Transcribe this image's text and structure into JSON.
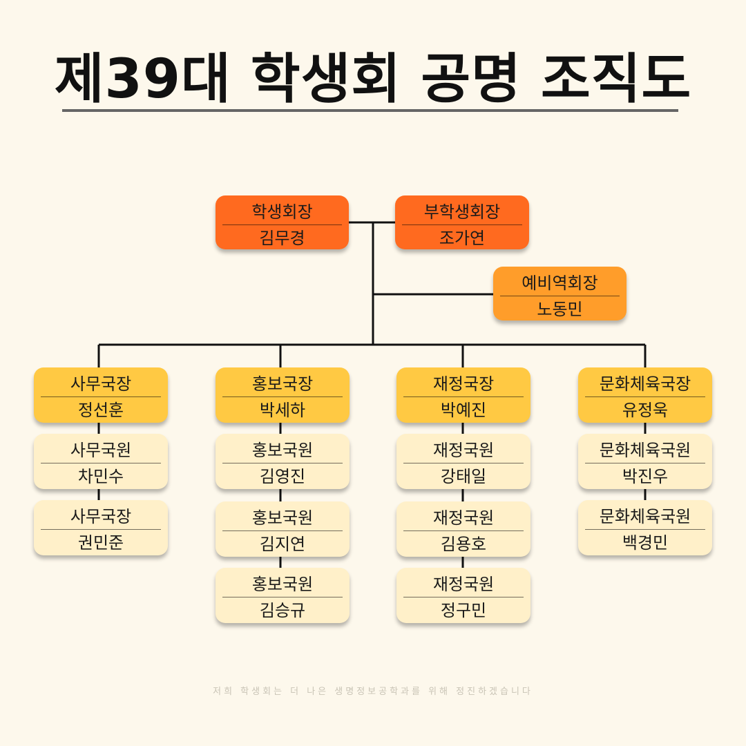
{
  "title": "제39대 학생회 공명 조직도",
  "footer": "저희 학생회는 더 나은 생명정보공학과를 위해 정진하겠습니다",
  "colors": {
    "president": "#ff6a1f",
    "vice": "#ff9d2a",
    "head": "#ffc943",
    "member": "#fff0c9",
    "line": "#111111"
  },
  "leadership": {
    "president": {
      "role": "학생회장",
      "name": "김무경"
    },
    "vice_president": {
      "role": "부학생회장",
      "name": "조가연"
    },
    "candidate_president": {
      "role": "예비역회장",
      "name": "노동민"
    }
  },
  "departments": [
    {
      "head": {
        "role": "사무국장",
        "name": "정선훈"
      },
      "members": [
        {
          "role": "사무국원",
          "name": "차민수"
        },
        {
          "role": "사무국장",
          "name": "권민준"
        }
      ]
    },
    {
      "head": {
        "role": "홍보국장",
        "name": "박세하"
      },
      "members": [
        {
          "role": "홍보국원",
          "name": "김영진"
        },
        {
          "role": "홍보국원",
          "name": "김지연"
        },
        {
          "role": "홍보국원",
          "name": "김승규"
        }
      ]
    },
    {
      "head": {
        "role": "재정국장",
        "name": "박예진"
      },
      "members": [
        {
          "role": "재정국원",
          "name": "강태일"
        },
        {
          "role": "재정국원",
          "name": "김용호"
        },
        {
          "role": "재정국원",
          "name": "정구민"
        }
      ]
    },
    {
      "head": {
        "role": "문화체육국장",
        "name": "유정욱"
      },
      "members": [
        {
          "role": "문화체육국원",
          "name": "박진우"
        },
        {
          "role": "문화체육국원",
          "name": "백경민"
        }
      ]
    }
  ]
}
